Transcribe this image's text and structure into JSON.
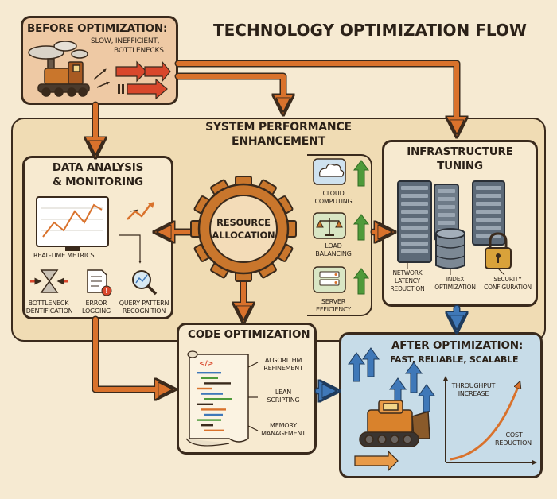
{
  "title": "TECHNOLOGY OPTIMIZATION FLOW",
  "before": {
    "heading": "BEFORE OPTIMIZATION:",
    "line1": "SLOW, INEFFICIENT,",
    "line2": "BOTTLENECKS"
  },
  "system": {
    "line1": "SYSTEM PERFORMANCE",
    "line2": "ENHANCEMENT"
  },
  "data_analysis": {
    "line1": "DATA ANALYSIS",
    "line2": "& MONITORING",
    "metrics": "REAL-TIME METRICS",
    "bottleneck1": "BOTTLENECK",
    "bottleneck2": "IDENTIFICATION",
    "error1": "ERROR",
    "error2": "LOGGING",
    "query1": "QUERY PATTERN",
    "query2": "RECOGNITION"
  },
  "resource": {
    "line1": "RESOURCE",
    "line2": "ALLOCATION"
  },
  "cloud": {
    "line1": "CLOUD",
    "line2": "COMPUTING"
  },
  "load": {
    "line1": "LOAD",
    "line2": "BALANCING"
  },
  "server": {
    "line1": "SERVER",
    "line2": "EFFICIENCY"
  },
  "infra": {
    "line1": "INFRASTRUCTURE",
    "line2": "TUNING",
    "net1": "NETWORK",
    "net2": "LATENCY",
    "net3": "REDUCTION",
    "idx1": "INDEX",
    "idx2": "OPTIMIZATION",
    "sec1": "SECURITY",
    "sec2": "CONFIGURATION"
  },
  "code": {
    "heading": "CODE OPTIMIZATION",
    "tag": "</>",
    "algo1": "ALGORITHM",
    "algo2": "REFINEMENT",
    "lean1": "LEAN",
    "lean2": "SCRIPTING",
    "mem1": "MEMORY",
    "mem2": "MANAGEMENT"
  },
  "after": {
    "heading": "AFTER OPTIMIZATION:",
    "subheading": "FAST, RELIABLE, SCALABLE",
    "through1": "THROUGHPUT",
    "through2": "INCREASE",
    "cost1": "COST",
    "cost2": "REDUCTION"
  },
  "colors": {
    "orange": "#d9722c",
    "blue": "#3f78b8",
    "green": "#4e9a3a",
    "ink": "#3a2a1c",
    "panel": "#f0dcb4",
    "after_bg": "#c7dce8"
  },
  "icons": [
    "steam-train-icon",
    "gear-icon",
    "cloud-icon",
    "scale-icon",
    "server-card-icon",
    "server-rack-icon",
    "database-icon",
    "padlock-icon",
    "line-chart-monitor-icon",
    "hourglass-icon",
    "document-warning-icon",
    "magnifier-icon",
    "code-scroll-icon",
    "bulldozer-icon",
    "growth-curve-icon"
  ]
}
